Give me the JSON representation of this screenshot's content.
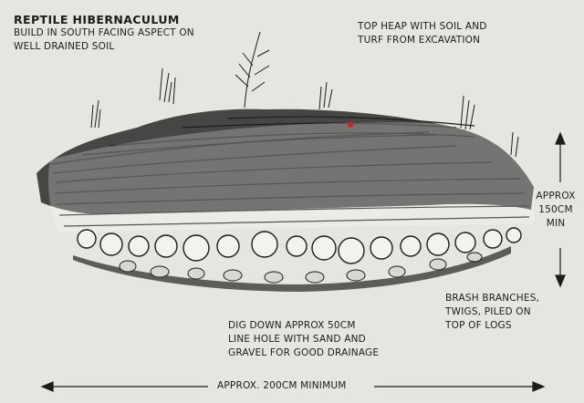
{
  "labels": {
    "title": "REPTILE HIBERNACULUM",
    "subtitle_lines": [
      "BUILD IN SOUTH FACING ASPECT ON",
      "WELL DRAINED SOIL"
    ],
    "top_note_lines": [
      "TOP HEAP WITH SOIL AND",
      "TURF FROM EXCAVATION"
    ],
    "height_lines": [
      "APPROX",
      "150CM",
      "MIN"
    ],
    "brash_lines": [
      "BRASH BRANCHES,",
      "TWIGS, PILED ON",
      "TOP OF LOGS"
    ],
    "dig_lines": [
      "DIG DOWN APPROX 50CM",
      "LINE HOLE WITH SAND AND",
      "GRAVEL FOR GOOD DRAINAGE"
    ],
    "width_label": "APPROX. 200CM MINIMUM"
  },
  "colors": {
    "background": "#e4e6df",
    "ink": "#1c1c1c",
    "marker": "#d42020"
  }
}
